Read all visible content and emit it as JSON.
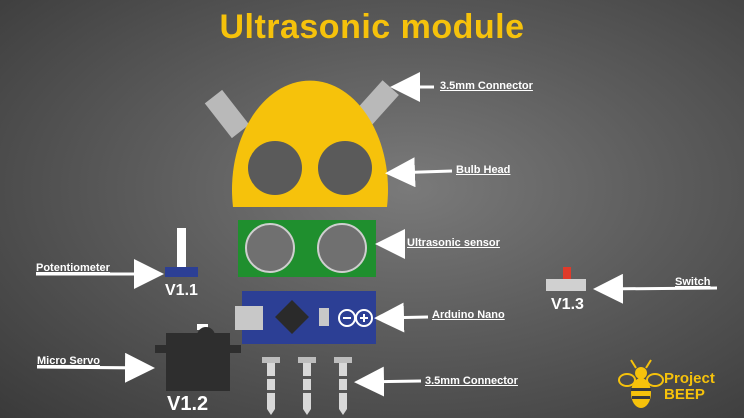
{
  "title": "Ultrasonic module",
  "labels": {
    "connector_top": "3.5mm Connector",
    "bulb_head": "Bulb Head",
    "ultrasonic_sensor": "Ultrasonic sensor",
    "arduino_nano": "Arduino Nano",
    "connector_bottom": "3.5mm Connector",
    "potentiometer": "Potentiometer",
    "micro_servo": "Micro Servo",
    "switch": "Switch"
  },
  "versions": {
    "potentiometer": "V1.1",
    "servo": "V1.2",
    "switch": "V1.3"
  },
  "logo": {
    "line1": "Project",
    "line2": "BEEP"
  },
  "colors": {
    "accent": "#f6c20b",
    "sensor_board": "#1f8f2e",
    "nano_board": "#2c3f95",
    "switch_knob": "#e03a2a"
  }
}
